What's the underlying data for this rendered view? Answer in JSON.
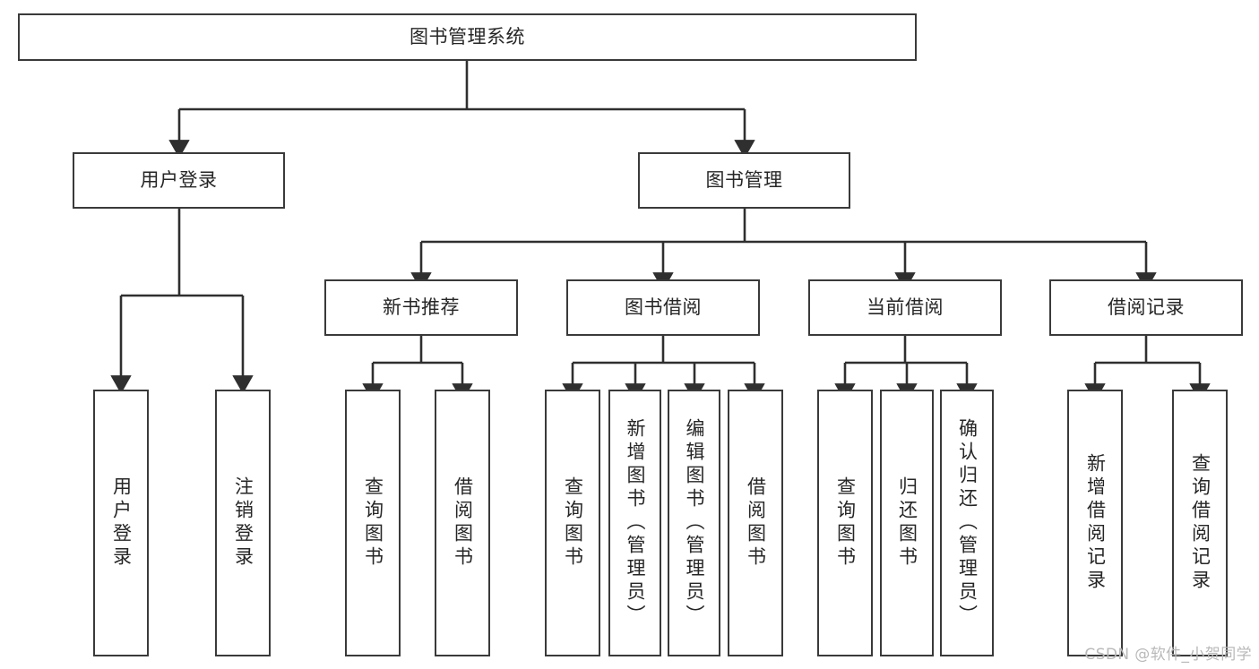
{
  "diagram": {
    "type": "tree-hierarchy",
    "title_box": {
      "label": "图书管理系统"
    },
    "level2": [
      {
        "id": "user-login",
        "label": "用户登录"
      },
      {
        "id": "book-manage",
        "label": "图书管理"
      }
    ],
    "level3": [
      {
        "id": "new-book-recommend",
        "label": "新书推荐",
        "parent": "book-manage"
      },
      {
        "id": "book-borrow",
        "label": "图书借阅",
        "parent": "book-manage"
      },
      {
        "id": "current-borrow",
        "label": "当前借阅",
        "parent": "book-manage"
      },
      {
        "id": "borrow-record",
        "label": "借阅记录",
        "parent": "book-manage"
      }
    ],
    "leaves": [
      {
        "id": "leaf-user-login",
        "label": "用户登录",
        "parent": "user-login"
      },
      {
        "id": "leaf-logout-login",
        "label": "注销登录",
        "parent": "user-login"
      },
      {
        "id": "leaf-query-book-1",
        "label": "查询图书",
        "parent": "new-book-recommend"
      },
      {
        "id": "leaf-borrow-book-1",
        "label": "借阅图书",
        "parent": "new-book-recommend"
      },
      {
        "id": "leaf-query-book-2",
        "label": "查询图书",
        "parent": "book-borrow"
      },
      {
        "id": "leaf-add-book",
        "label": "新增图书（管理员）",
        "parent": "book-borrow"
      },
      {
        "id": "leaf-edit-book",
        "label": "编辑图书（管理员）",
        "parent": "book-borrow"
      },
      {
        "id": "leaf-borrow-book-2",
        "label": "借阅图书",
        "parent": "book-borrow"
      },
      {
        "id": "leaf-query-book-3",
        "label": "查询图书",
        "parent": "current-borrow"
      },
      {
        "id": "leaf-return-book",
        "label": "归还图书",
        "parent": "current-borrow"
      },
      {
        "id": "leaf-confirm-return",
        "label": "确认归还（管理员）",
        "parent": "current-borrow"
      },
      {
        "id": "leaf-add-record",
        "label": "新增借阅记录",
        "parent": "borrow-record"
      },
      {
        "id": "leaf-query-record",
        "label": "查询借阅记录",
        "parent": "borrow-record"
      }
    ],
    "colors": {
      "box_border": "#3a3a3a",
      "box_fill": "#ffffff",
      "connector": "#2f2f2f",
      "text": "#262626",
      "watermark": "#b9b9b9",
      "background": "#ffffff"
    }
  },
  "watermark": {
    "text": "CSDN @软件_小贺同学"
  }
}
